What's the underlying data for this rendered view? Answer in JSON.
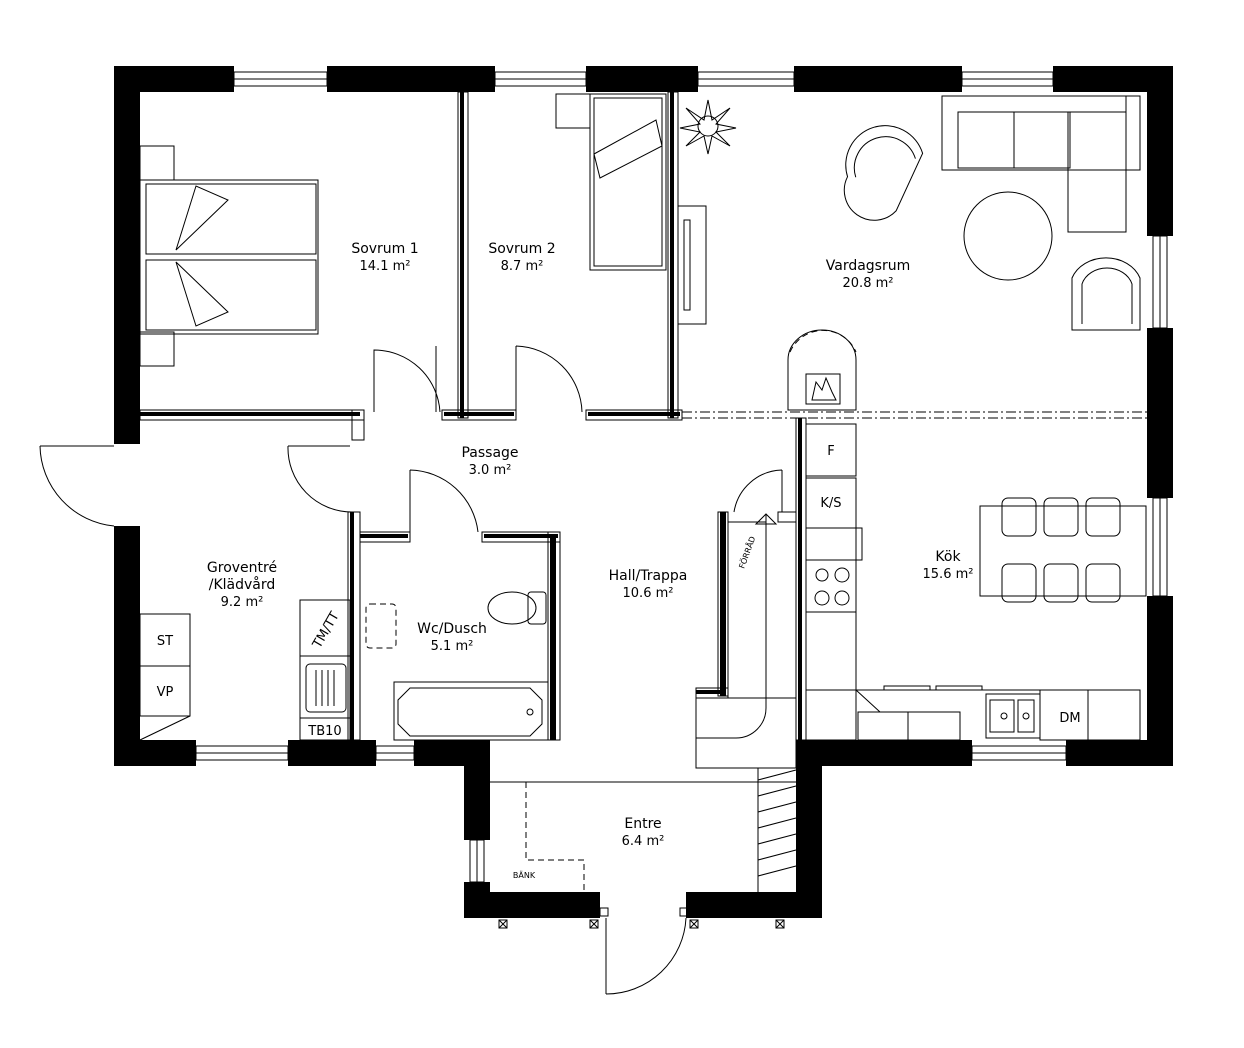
{
  "rooms": [
    {
      "name": "Sovrum 1",
      "area": "14.1 m²"
    },
    {
      "name": "Sovrum 2",
      "area": "8.7 m²"
    },
    {
      "name": "Vardagsrum",
      "area": "20.8 m²"
    },
    {
      "name": "Passage",
      "area": "3.0 m²"
    },
    {
      "name": "Groventré",
      "name2": "/Klädvård",
      "area": "9.2 m²"
    },
    {
      "name": "Wc/Dusch",
      "area": "5.1 m²"
    },
    {
      "name": "Hall/Trappa",
      "area": "10.6 m²"
    },
    {
      "name": "Kök",
      "area": "15.6 m²"
    },
    {
      "name": "Entre",
      "area": "6.4 m²"
    }
  ],
  "fixtures": {
    "fridge": "F",
    "freezer": "K/S",
    "storage_cabinet": "ST",
    "water_heater": "VP",
    "washer_dryer": "TM/TT",
    "laundry_sink": "TB10",
    "dishwasher": "DM",
    "closet": "FÖRRÅD",
    "bench": "BÄNK"
  }
}
